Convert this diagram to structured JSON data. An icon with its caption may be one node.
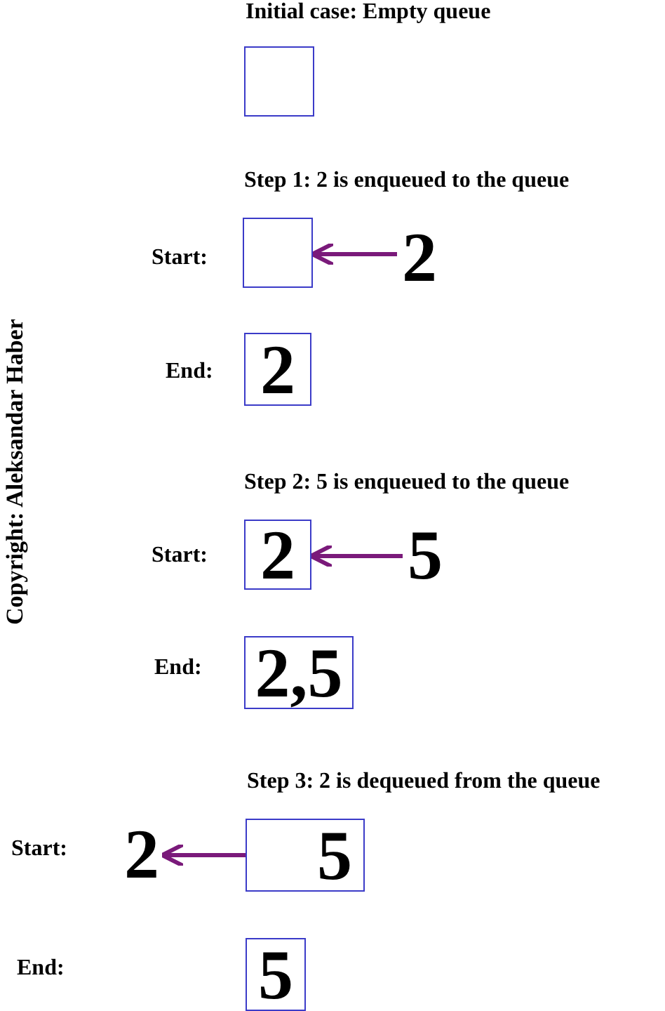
{
  "diagram": {
    "nodes": [
      {
        "text": [],
        "shape": "box"
      },
      {
        "text": [],
        "shape": "box"
      },
      {
        "text": [
          "2"
        ]
      },
      {
        "text": [
          "2"
        ]
      },
      {
        "text": [
          "2"
        ]
      },
      {
        "text": [
          "5"
        ]
      },
      {
        "text": [
          "2,5"
        ]
      },
      {
        "text": [
          "2"
        ]
      },
      {
        "text": [
          "5"
        ]
      },
      {
        "text": [
          "5"
        ]
      }
    ],
    "edges": [
      {
        "from": 2,
        "to": 1,
        "arrow": "to",
        "color": "#7a1a7a"
      },
      {
        "from": 5,
        "to": 4,
        "arrow": "to",
        "color": "#7a1a7a"
      },
      {
        "from": 8,
        "to": 7,
        "arrow": "to",
        "color": "#7a1a7a"
      }
    ],
    "labels": [
      "Initial case: Empty queue",
      "Step 1: 2 is enqueued to the queue",
      "Start:",
      "End:",
      "Step 2: 5 is enqueued to the queue",
      "Start:",
      "End:",
      "Step 3: 2 is dequeued from the queue",
      "Start:",
      "End:",
      "Copyright: Aleksandar Haber"
    ]
  }
}
